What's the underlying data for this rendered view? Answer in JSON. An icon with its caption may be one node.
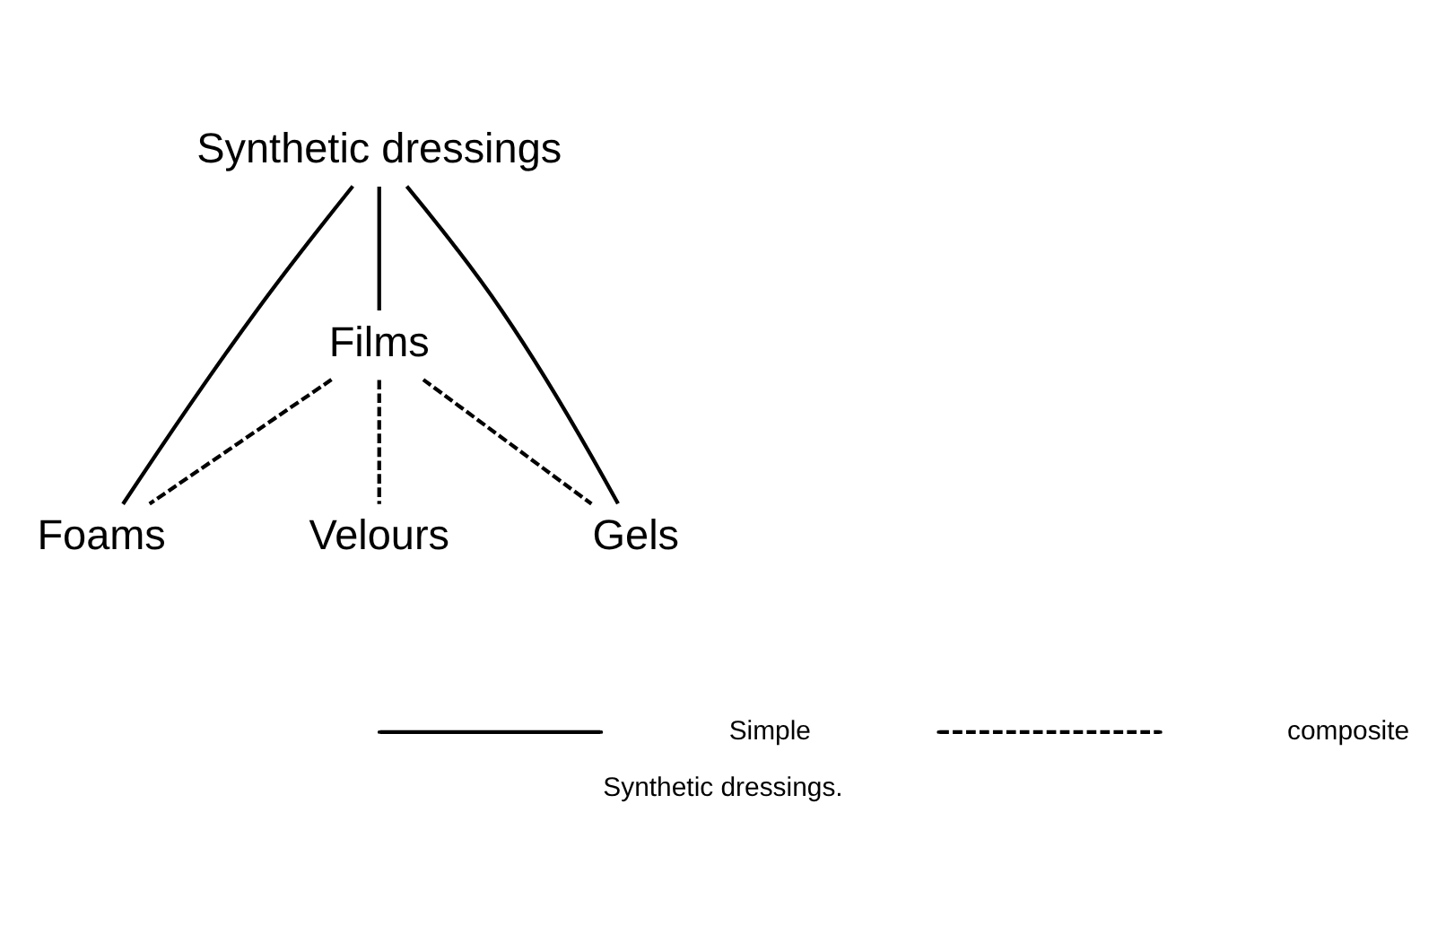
{
  "diagram": {
    "caption": "Synthetic dressings.",
    "nodes": [
      {
        "text": [
          "Synthetic dressings"
        ]
      },
      {
        "text": [
          "Films"
        ]
      },
      {
        "text": [
          "Foams"
        ]
      },
      {
        "text": [
          "Velours"
        ]
      },
      {
        "text": [
          "Gels"
        ]
      }
    ],
    "edges": [
      {
        "from": 0,
        "to": 2,
        "arrow": "none"
      },
      {
        "from": 0,
        "to": 1,
        "arrow": "none"
      },
      {
        "from": 0,
        "to": 4,
        "arrow": "none"
      },
      {
        "from": 1,
        "to": 2,
        "arrow": "none",
        "style": "dashed"
      },
      {
        "from": 1,
        "to": 3,
        "arrow": "none",
        "style": "dashed"
      },
      {
        "from": 1,
        "to": 4,
        "arrow": "none",
        "style": "dashed"
      }
    ],
    "legend": [
      {
        "text": "Simple"
      },
      {
        "text": "composite"
      }
    ]
  }
}
